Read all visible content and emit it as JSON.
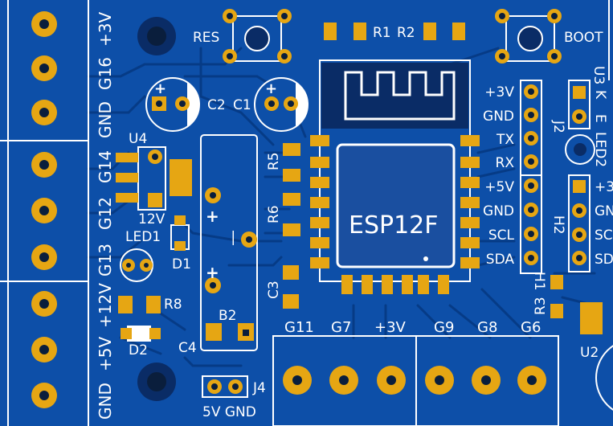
{
  "pcb": {
    "colors": {
      "board": "#0d4fa8",
      "silk": "#ffffff",
      "pad": "#e6a613",
      "hole": "#0a1e3c",
      "trace": "#063b86",
      "module": "#0a2c66",
      "chip": "#1a4fa0"
    },
    "left_header": [
      "+3V",
      "G16",
      "GND",
      "G14",
      "G12",
      "G13",
      "+12V",
      "+5V",
      "GND"
    ],
    "designators": {
      "res": "RES",
      "boot": "BOOT",
      "r1": "R1",
      "r2": "R2",
      "r3": "R3",
      "r5": "R5",
      "r6": "R6",
      "r8": "R8",
      "c1": "C1",
      "c2": "C2",
      "c3": "C3",
      "c4": "C4",
      "u2": "U2",
      "u3": "U3",
      "u4": "U4",
      "led1": "LED1",
      "led2": "LED2",
      "d1": "D1",
      "d2": "D2",
      "b2": "B2",
      "j2": "J2",
      "j4": "J4",
      "h1": "H1",
      "h2": "H2",
      "k": "K",
      "e": "E"
    },
    "module_label": "ESP12F",
    "u4_voltage": "12V",
    "plus_sign": "+",
    "minus_sign": "—",
    "j2_pins": [
      "+3V",
      "GND",
      "TX",
      "RX",
      "+5V",
      "GND",
      "SCL",
      "SDA"
    ],
    "h2_pins_partial": [
      "+3",
      "GN",
      "SC",
      "SD"
    ],
    "bottom_terminal": [
      "G11",
      "G7",
      "+3V",
      "G9",
      "G8",
      "G6"
    ],
    "j4_label": "5V GND"
  }
}
